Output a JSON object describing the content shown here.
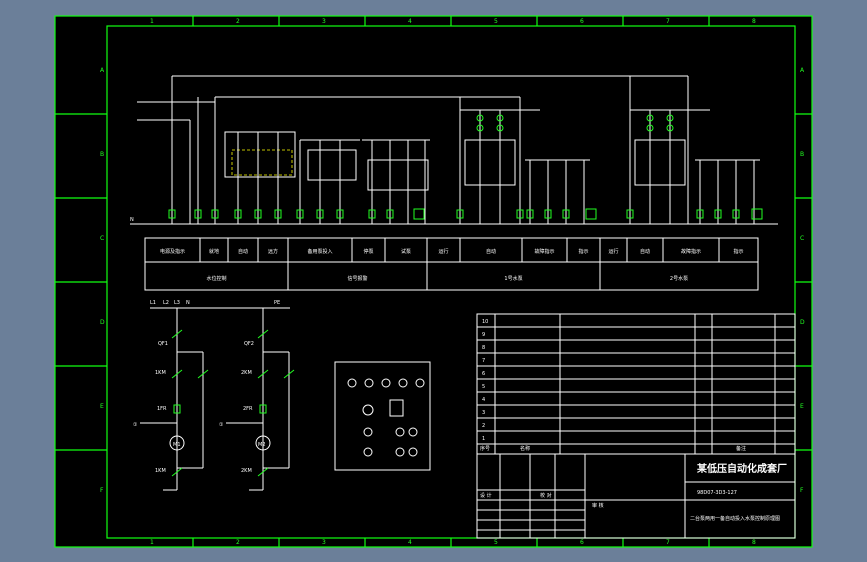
{
  "colors": {
    "background": "#000000",
    "outer_bg": "#6b7f99",
    "frame": "#10ff10",
    "wire": "#ffffff",
    "contact": "#22ff22",
    "dashed": "#ffff00"
  },
  "top_labels": {
    "n_bus": "N",
    "l1": "L1",
    "l2": "L2",
    "l3": "L3",
    "n_motor": "N",
    "pe": "PE"
  },
  "functions_row1": [
    "电源及指示",
    "就地",
    "自动",
    "远方",
    "备用泵投入",
    "停泵",
    "试泵",
    "运行",
    "自动",
    "故障指示",
    "指示",
    "运行",
    "自动",
    "故障指示",
    "指示"
  ],
  "functions_row2": [
    "水位控制",
    "信号报警",
    "1号水泵",
    "2号水泵"
  ],
  "motor_labels": {
    "m1": "M1",
    "m2": "M2",
    "qf1": "QF1",
    "qf2": "QF2",
    "km1": "1KM",
    "km2": "2KM",
    "fr1": "1FR",
    "fr2": "2FR",
    "mark": "①"
  },
  "table_rows": [
    "10",
    "9",
    "8",
    "7",
    "6",
    "5",
    "4",
    "3",
    "2",
    "1"
  ],
  "table_footer": {
    "seq": "序号",
    "name": "名称",
    "remark": "备注"
  },
  "title_block": {
    "company": "某低压自动化成套厂",
    "drawing_no": "98D07-3D3-127",
    "title": "二台泵两用一备自动投入水泵控制原理图",
    "approve": "审 核",
    "design": "设 计",
    "check": "校 对"
  },
  "border_numbers_top": [
    "1",
    "2",
    "3",
    "4",
    "5",
    "6",
    "7",
    "8"
  ],
  "border_numbers_bottom": [
    "1",
    "2",
    "3",
    "4",
    "5",
    "6",
    "7",
    "8"
  ],
  "border_letters": [
    "A",
    "B",
    "C",
    "D",
    "E",
    "F"
  ]
}
